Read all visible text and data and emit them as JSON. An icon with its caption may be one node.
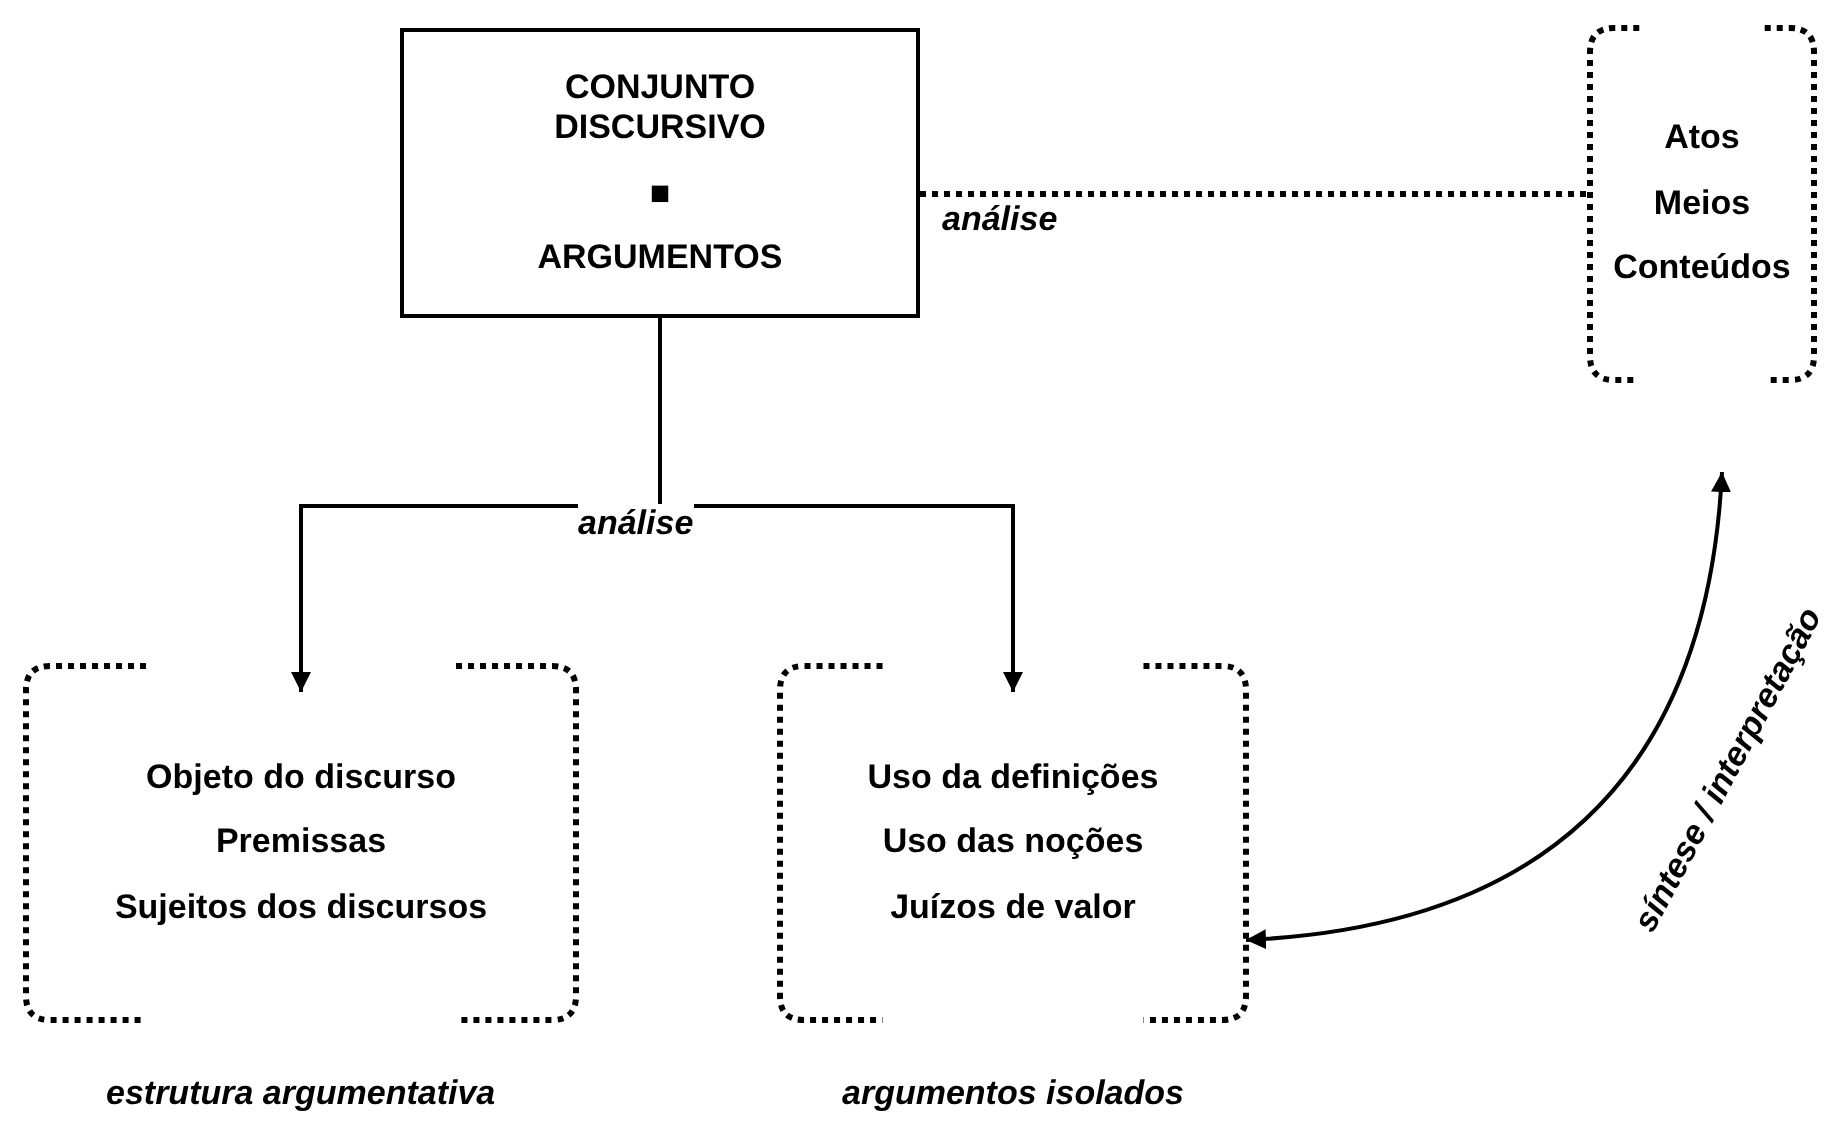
{
  "diagram": {
    "nodes": [
      {
        "text": [
          "CONJUNTO DISCURSIVO",
          "■",
          "ARGUMENTOS"
        ]
      },
      {
        "text": [
          "Atos",
          "Meios",
          "Conteúdos"
        ]
      },
      {
        "text": [
          "Objeto do discurso",
          "Premissas",
          "Sujeitos dos discursos"
        ],
        "beside": [
          "estrutura argumentativa"
        ]
      },
      {
        "text": [
          "Uso da definições",
          "Uso das noções",
          "Juízos de valor"
        ],
        "beside": [
          "argumentos isolados"
        ]
      }
    ],
    "edges": [
      {
        "from": 0,
        "to": 1,
        "arrow": "none",
        "label": "análise",
        "style": "dashed"
      },
      {
        "from": 0,
        "to": 2,
        "arrow": "to",
        "label": "análise"
      },
      {
        "from": 0,
        "to": 3,
        "arrow": "to"
      },
      {
        "from": 3,
        "to": 1,
        "arrow": "both",
        "label": "síntese / interpretação"
      }
    ]
  }
}
